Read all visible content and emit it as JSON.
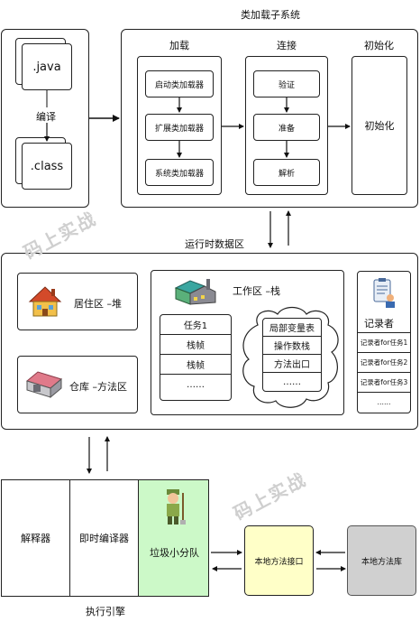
{
  "title": "类加载子系统",
  "java_file": ".java",
  "class_file": ".class",
  "compile": "编译",
  "loading": {
    "header": "加载",
    "items": [
      "启动类加载器",
      "扩展类加载器",
      "系统类加载器"
    ]
  },
  "linking": {
    "header": "连接",
    "items": [
      "验证",
      "准备",
      "解析"
    ]
  },
  "init": {
    "header": "初始化",
    "item": "初始化"
  },
  "runtime_title": "运行时数据区",
  "heap": "居住区 –堆",
  "method_area": "仓库 –方法区",
  "work_area": "工作区 –栈",
  "stack": [
    "任务1",
    "栈帧",
    "栈帧",
    "……"
  ],
  "frame": [
    "局部变量表",
    "操作数栈",
    "方法出口",
    "……"
  ],
  "recorder": {
    "title": "记录者",
    "items": [
      "记录者for任务1",
      "记录者for任务2",
      "记录者for任务3",
      "……"
    ]
  },
  "engine": {
    "interpreter": "解释器",
    "jit": "即时编译器",
    "gc": "垃圾小分队",
    "label": "执行引擎"
  },
  "native_interface": "本地方法接口",
  "native_library": "本地方法库",
  "watermark": "码上实战"
}
